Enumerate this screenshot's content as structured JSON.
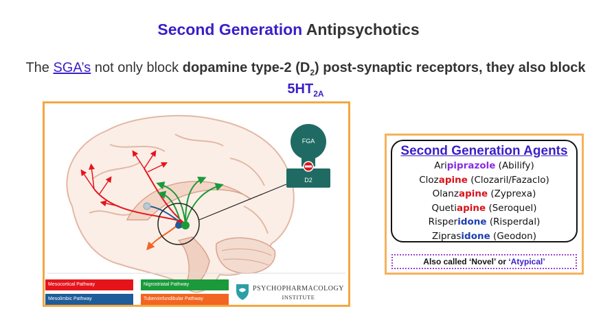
{
  "title": {
    "accent": "Second Generation",
    "rest": " Antipsychotics"
  },
  "subtitle": {
    "prefix": "The ",
    "link": "SGA’s",
    "mid": " not only block ",
    "bold1": "dopamine type-2 (D",
    "sub1": "2",
    "bold2": ") post-synaptic receptors, they also block ",
    "receptor": "5HT",
    "receptor_sub": "2A"
  },
  "diagram": {
    "fga_label": "FGA",
    "d2_label": "D2",
    "colors": {
      "mesocortical": "#e5141b",
      "mesolimbic": "#1f5c99",
      "nigrostriatal": "#1a9a3a",
      "tubero": "#f26522",
      "box_teal": "#1f6b63"
    }
  },
  "legend": {
    "mesocortical": "Mesocortical Pathway",
    "mesolimbic": "Mesolimbic Pathway",
    "nigrostriatal": "Nigrostriatal Pathway",
    "tubero": "Tuberoinfundibular Pathway"
  },
  "logo": {
    "line1": "PSYCHOPHARMACOLOGY",
    "line2": "INSTITUTE"
  },
  "agents": {
    "title": "Second Generation Agents",
    "items": [
      {
        "prefix": "Ari",
        "stem": "piprazole",
        "brand": " (Abilify)",
        "color": "#8a2be2"
      },
      {
        "prefix": "Cloz",
        "stem": "apine",
        "brand": " (Clozaril/Fazaclo)",
        "color": "#d6141c"
      },
      {
        "prefix": "Olanz",
        "stem": "apine",
        "brand": " (Zyprexa)",
        "color": "#d6141c"
      },
      {
        "prefix": "Queti",
        "stem": "apine",
        "brand": " (Seroquel)",
        "color": "#d6141c"
      },
      {
        "prefix": "Risper",
        "stem": "idone",
        "brand": " (Risperdal)",
        "color": "#1f3fb0"
      },
      {
        "prefix": "Zipras",
        "stem": "idone",
        "brand": " (Geodon)",
        "color": "#1f3fb0"
      }
    ],
    "aka_prefix": "Also called ",
    "aka_novel": "‘Novel’",
    "aka_or": " or ",
    "aka_atypical": "‘Atypical’"
  }
}
